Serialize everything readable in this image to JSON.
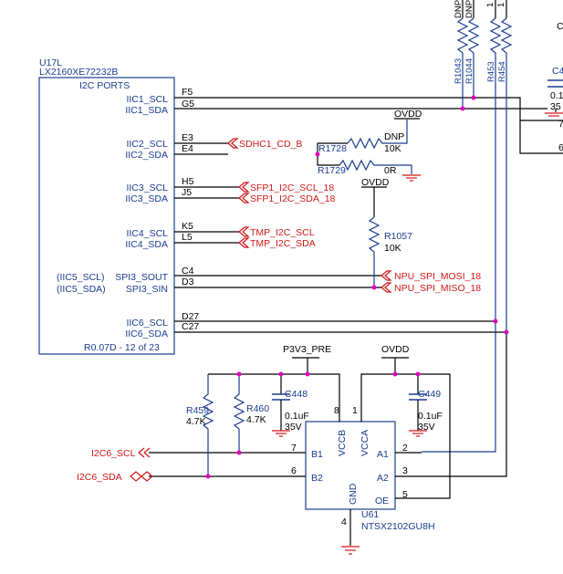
{
  "u17": {
    "ref": "U17L",
    "part": "LX2160XE72232B",
    "block_title": "I2C PORTS",
    "revision": "R0.07D - 12 of 23",
    "pins": [
      {
        "name": "IIC1_SCL",
        "number": "F5"
      },
      {
        "name": "IIC1_SDA",
        "number": "G5"
      },
      {
        "name": "IIC2_SCL",
        "number": "E3"
      },
      {
        "name": "IIC2_SDA",
        "number": "E4"
      },
      {
        "name": "IIC3_SCL",
        "number": "H5"
      },
      {
        "name": "IIC3_SDA",
        "number": "J5"
      },
      {
        "name": "IIC4_SCL",
        "number": "K5"
      },
      {
        "name": "IIC4_SDA",
        "number": "L5"
      },
      {
        "name": "SPI3_SOUT",
        "number": "C4",
        "alt": "(IIC5_SCL)"
      },
      {
        "name": "SPI3_SIN",
        "number": "D3",
        "alt": "(IIC5_SDA)"
      },
      {
        "name": "IIC6_SCL",
        "number": "D27"
      },
      {
        "name": "IIC6_SDA",
        "number": "C27"
      }
    ]
  },
  "nets": {
    "sdhc": "SDHC1_CD_B",
    "sfp_scl": "SFP1_I2C_SCL_18",
    "sfp_sda": "SFP1_I2C_SDA_18",
    "tmp_scl": "TMP_I2C_SCL",
    "tmp_sda": "TMP_I2C_SDA",
    "npu_mosi": "NPU_SPI_MOSI_18",
    "npu_miso": "NPU_SPI_MISO_18",
    "i2c6_scl": "I2C6_SCL",
    "i2c6_sda": "I2C6_SDA"
  },
  "power": {
    "ovdd_top": "OVDD",
    "ovdd_mid": "OVDD",
    "p3v3": "P3V3_PRE",
    "ovdd_bottom": "OVDD"
  },
  "resistors": {
    "r1728": {
      "ref": "R1728",
      "value": "10K",
      "note": "DNP"
    },
    "r1729": {
      "ref": "R1729",
      "value": "0R"
    },
    "r1057": {
      "ref": "R1057",
      "value": "10K"
    },
    "r459": {
      "ref": "R459",
      "value": "4.7K"
    },
    "r460": {
      "ref": "R460",
      "value": "4.7K"
    },
    "r1043": {
      "ref": "R1043",
      "note": "DNP"
    },
    "r1044": {
      "ref": "R1044",
      "note": "DNP"
    },
    "r453": {
      "ref": "R453"
    },
    "r454": {
      "ref": "R454"
    }
  },
  "capacitors": {
    "c448": {
      "ref": "C448",
      "value": "0.1uF",
      "voltage": "35V"
    },
    "c449": {
      "ref": "C449",
      "value": "0.1uF",
      "voltage": "35V"
    },
    "c4x": {
      "ref": "C4",
      "value": "0.1",
      "voltage": "35"
    }
  },
  "u61": {
    "ref": "U61",
    "part": "NTSX2102GU8H",
    "pins": {
      "b1": "B1",
      "b2": "B2",
      "vccb": "VCCB",
      "vcca": "VCCA",
      "a1": "A1",
      "a2": "A2",
      "gnd": "GND",
      "oe": "OE"
    },
    "pin_numbers": {
      "p1": "1",
      "p2": "2",
      "p3": "3",
      "p4": "4",
      "p5": "5",
      "p6": "6",
      "p7": "7",
      "p8": "8"
    }
  },
  "edge": {
    "top_right_c": "C",
    "right_7": "7",
    "right_6": "6",
    "r453_top": "1",
    "r454_top": "1"
  },
  "colors": {
    "symbol": "#1a3d8f",
    "wire": "#7a1010",
    "net_label": "#d01818",
    "junction": "#e000c0"
  }
}
